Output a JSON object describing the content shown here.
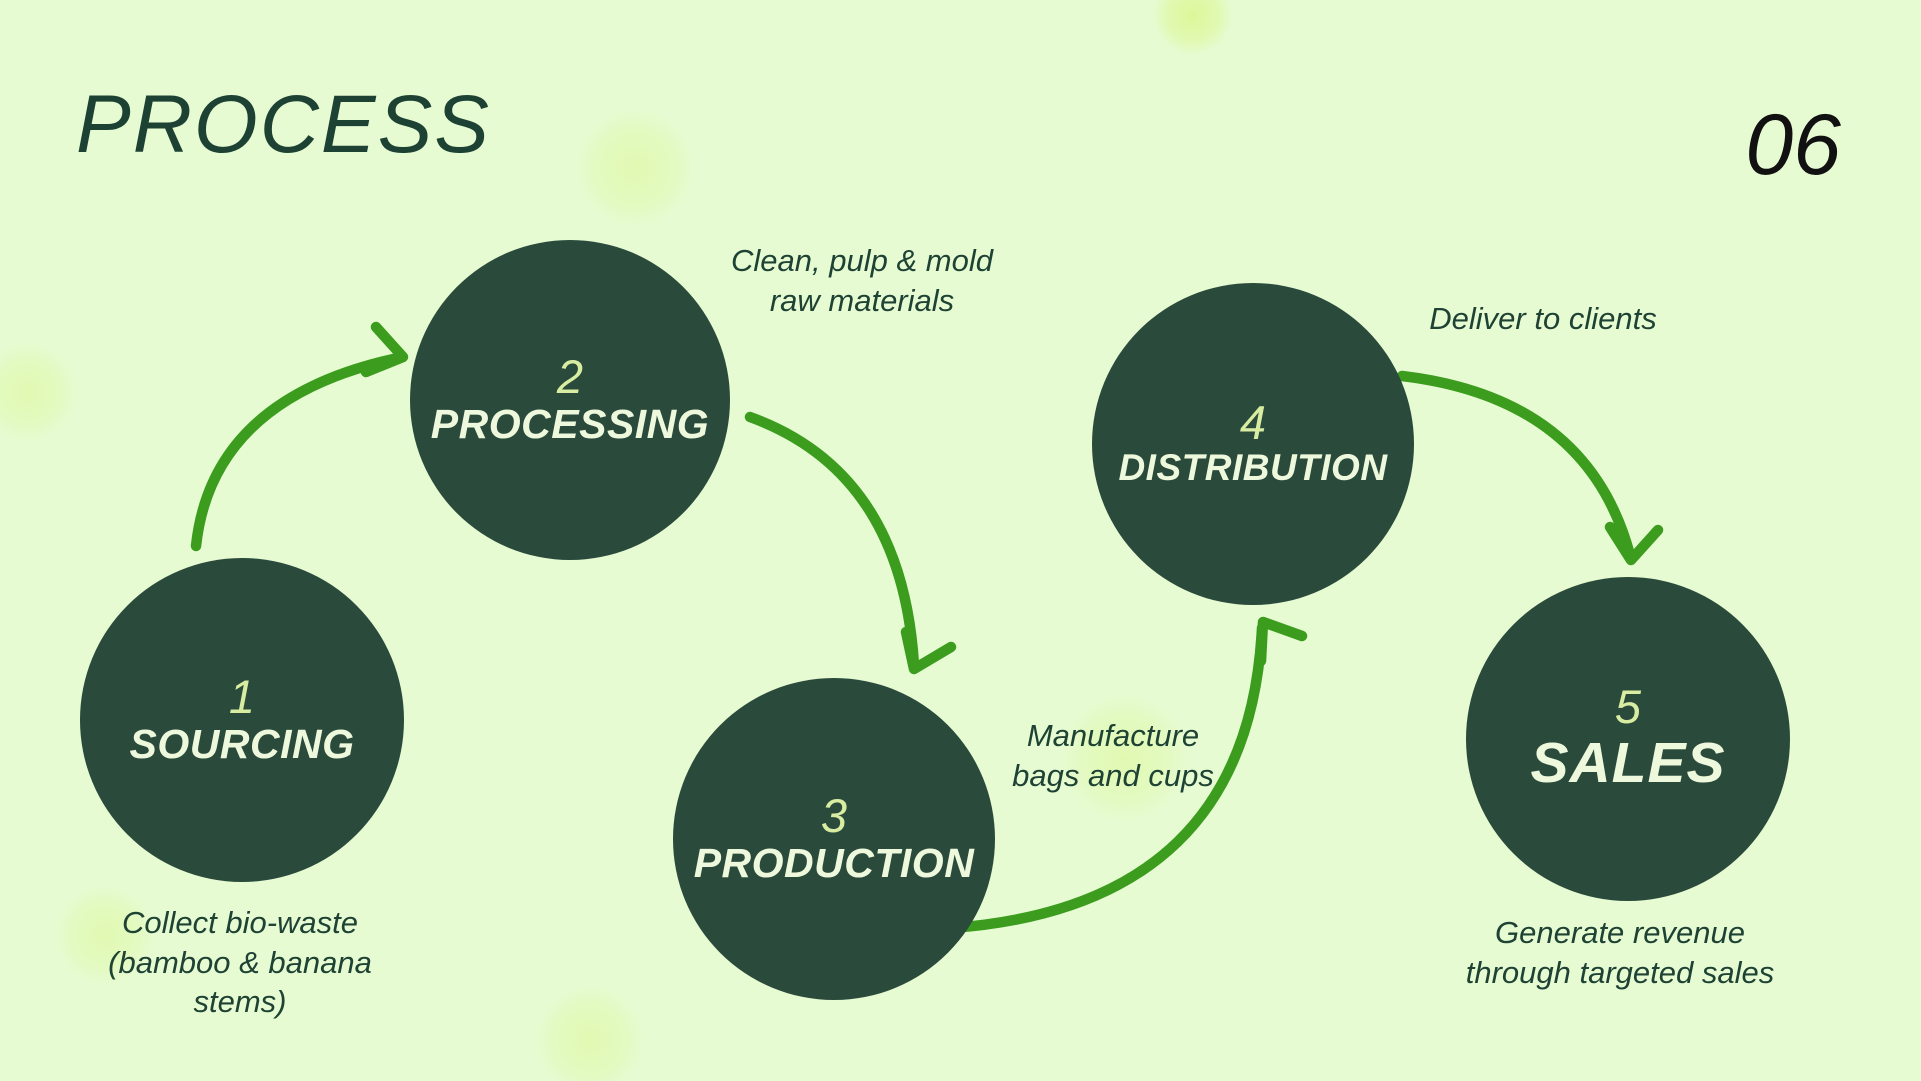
{
  "slide": {
    "title": "PROCESS",
    "page_number": "06"
  },
  "steps": [
    {
      "number": "1",
      "label": "SOURCING",
      "caption": "Collect bio-waste\n(bamboo & banana\nstems)"
    },
    {
      "number": "2",
      "label": "PROCESSING",
      "caption": "Clean, pulp & mold\nraw materials"
    },
    {
      "number": "3",
      "label": "PRODUCTION",
      "caption": "Manufacture\nbags and cups"
    },
    {
      "number": "4",
      "label": "DISTRIBUTION",
      "caption": "Deliver to clients"
    },
    {
      "number": "5",
      "label": "SALES",
      "caption": "Generate revenue\nthrough targeted sales"
    }
  ],
  "colors": {
    "background": "#e7fbd3",
    "blob": "#dbf796",
    "circle_fill": "#2a4a3b",
    "circle_label_text": "#eef8dc",
    "circle_number_text": "#d8eda1",
    "arrow": "#3b9c1d",
    "title_text": "#1d4234",
    "caption_text": "#1e4233",
    "page_number_text": "#111111"
  }
}
